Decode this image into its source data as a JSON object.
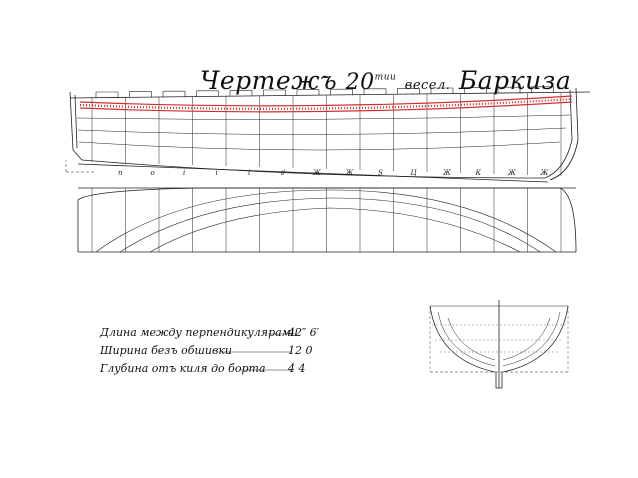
{
  "title": {
    "prefix": "Чертежъ",
    "number": "20",
    "number_suffix": "тии",
    "word1": "весел.",
    "word2": "Баркиза"
  },
  "frame_labels": [
    "п",
    "о",
    "і",
    "і",
    "і",
    "ꙋ",
    "Ж",
    "Ж",
    "Ѕ",
    "Ц",
    "Ж",
    "К",
    "Ж",
    "Ж"
  ],
  "specs": [
    {
      "label": "Длина между перпендикулярами",
      "value": "42″ 6′"
    },
    {
      "label": "Ширина безъ обшивки",
      "value": "12 0"
    },
    {
      "label": "Глубина отъ киля до борта",
      "value": "4 4"
    }
  ],
  "colors": {
    "ink": "#222222",
    "wale": "#d03030",
    "background": "#ffffff"
  }
}
